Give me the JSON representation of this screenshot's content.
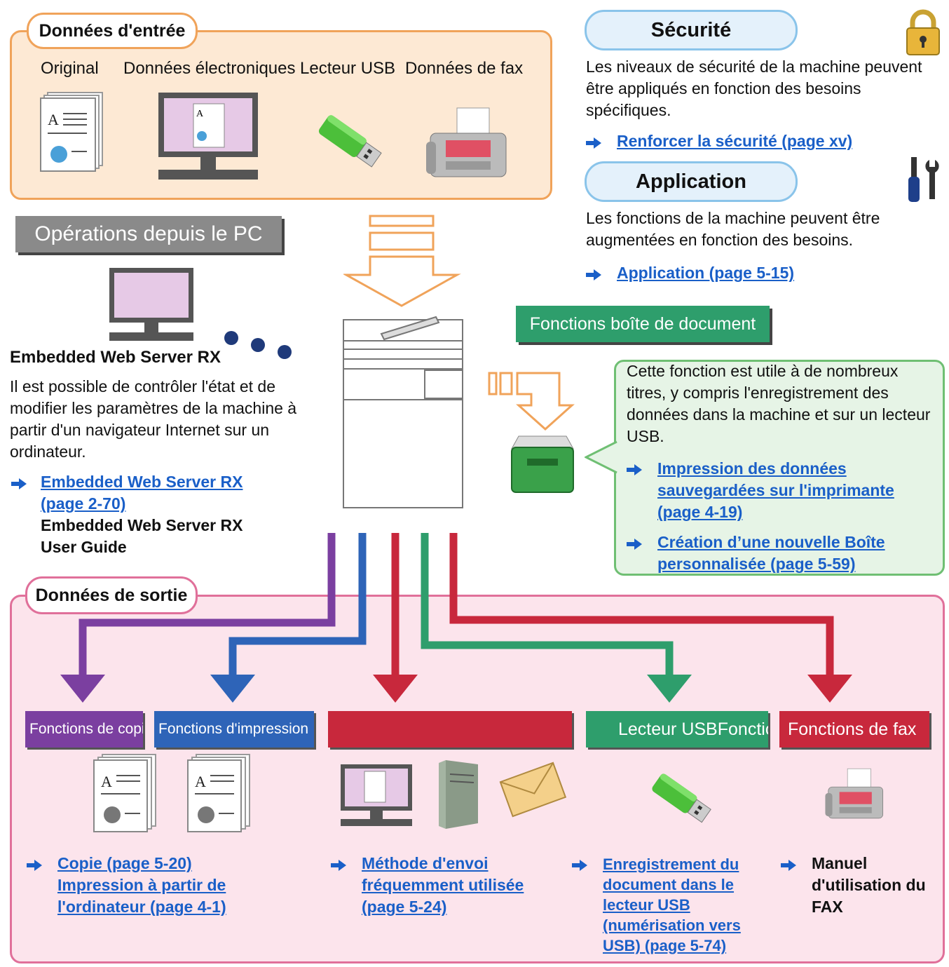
{
  "input": {
    "title": "Données d'entrée",
    "items": [
      "Original",
      "Données électroniques",
      "Lecteur USB",
      "Données de fax"
    ]
  },
  "pc": {
    "banner": "Opérations depuis le PC",
    "heading": "Embedded Web Server RX",
    "text": "Il est possible de contrôler l'état et de modifier les paramètres de la machine à partir d'un navigateur Internet sur un ordinateur.",
    "link": "Embedded Web Server RX (page 2-70)",
    "guide_line1": "Embedded Web Server RX",
    "guide_line2": "User Guide"
  },
  "security": {
    "title": "Sécurité",
    "text": "Les niveaux de sécurité de la machine peuvent être appliqués en fonction des besoins spécifiques.",
    "link": "Renforcer la sécurité (page xv)"
  },
  "application": {
    "title": "Application",
    "text": "Les fonctions de la machine peuvent être augmentées en fonction des besoins.",
    "link": "Application (page 5-15)"
  },
  "docbox": {
    "banner": "Fonctions boîte de document",
    "text": "Cette fonction est utile à de nombreux titres, y compris l'enregistrement des données dans la machine et sur un lecteur USB.",
    "link1": "Impression des données sauvegardées sur l'imprimante (page 4-19)",
    "link2": "Création d’une nouvelle Boîte personnalisée (page 5-59)"
  },
  "output": {
    "title": "Données de sortie",
    "bars": {
      "copy": "Fonctions de copie",
      "print": "Fonctions d'impression",
      "send": "",
      "usb": "Lecteur USBFonctions d'envoi",
      "fax": "Fonctions de fax"
    },
    "link_copy": "Copie (page 5-20)",
    "link_print": "Impression à partir de l'ordinateur (page 4-1)",
    "link_send": "Méthode d'envoi fréquemment utilisée (page 5-24)",
    "link_usb": "Enregistrement du document dans le lecteur USB (numérisation vers USB) (page 5-74)",
    "fax_manual": "Manuel d'utilisation du FAX"
  },
  "colors": {
    "copy": "#7b3fa0",
    "print": "#2e64b8",
    "send": "#c8283c",
    "usb": "#2e9e6c",
    "fax": "#c8283c",
    "link": "#1a5fc8"
  }
}
